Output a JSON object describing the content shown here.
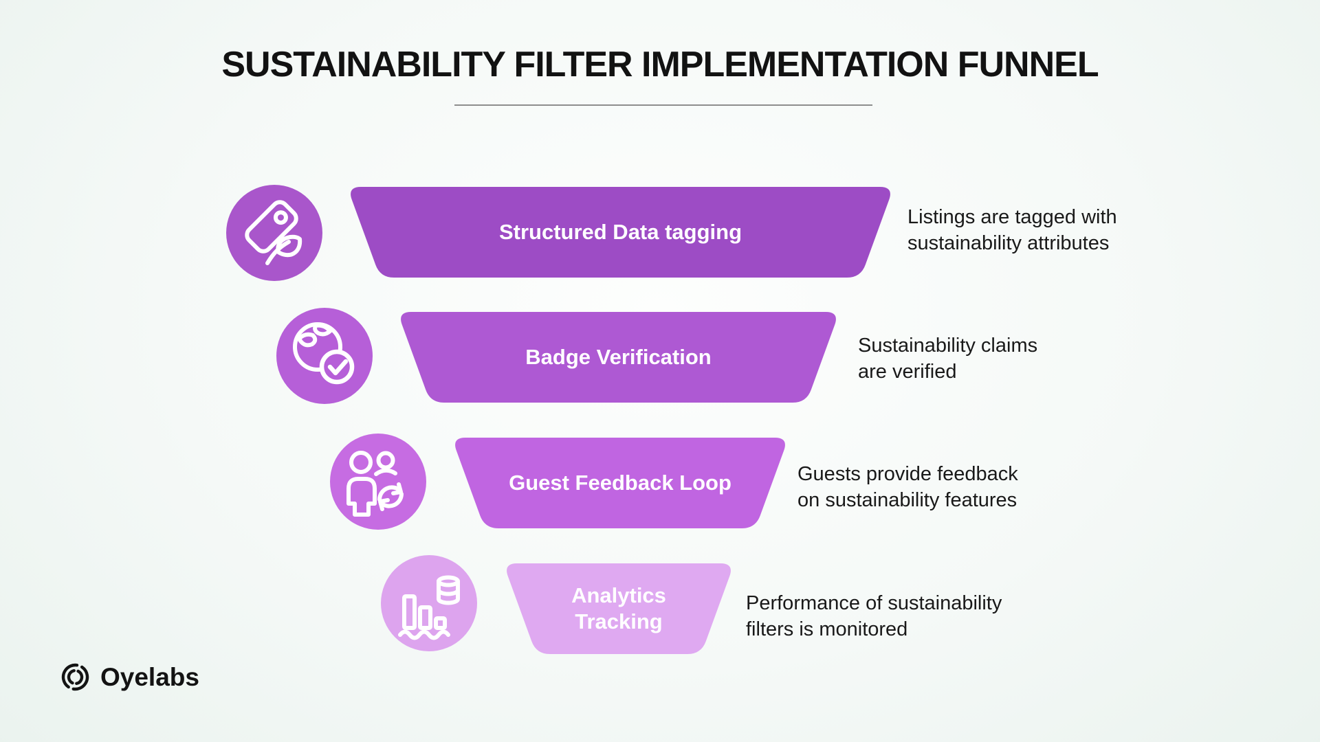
{
  "title": "SUSTAINABILITY FILTER IMPLEMENTATION FUNNEL",
  "brand": {
    "name": "Oyelabs",
    "logo_icon": "double-ring-logo-icon",
    "logo_color": "#141414"
  },
  "background_colors": {
    "center": "#fdfefd",
    "edge": "#dfebe5"
  },
  "title_color": "#121212",
  "underline_color": "#8d8d8d",
  "funnel": {
    "stages": [
      {
        "label": "Structured Data tagging",
        "description": "Listings are tagged with\nsustainability attributes",
        "bar_color": "#9D4CC5",
        "icon_color": "#A956CB",
        "icon": "tag-leaf-icon"
      },
      {
        "label": "Badge Verification",
        "description": "Sustainability claims\nare verified",
        "bar_color": "#AE59D3",
        "icon_color": "#B65FD8",
        "icon": "globe-check-icon"
      },
      {
        "label": "Guest Feedback Loop",
        "description": "Guests provide feedback\non sustainability features",
        "bar_color": "#C065E1",
        "icon_color": "#C66CE2",
        "icon": "people-refresh-icon"
      },
      {
        "label": "Analytics\nTracking",
        "description": "Performance of sustainability\nfilters is monitored",
        "bar_color": "#DFA9F1",
        "icon_color": "#DDA4EE",
        "icon": "analytics-chart-icon"
      }
    ]
  }
}
